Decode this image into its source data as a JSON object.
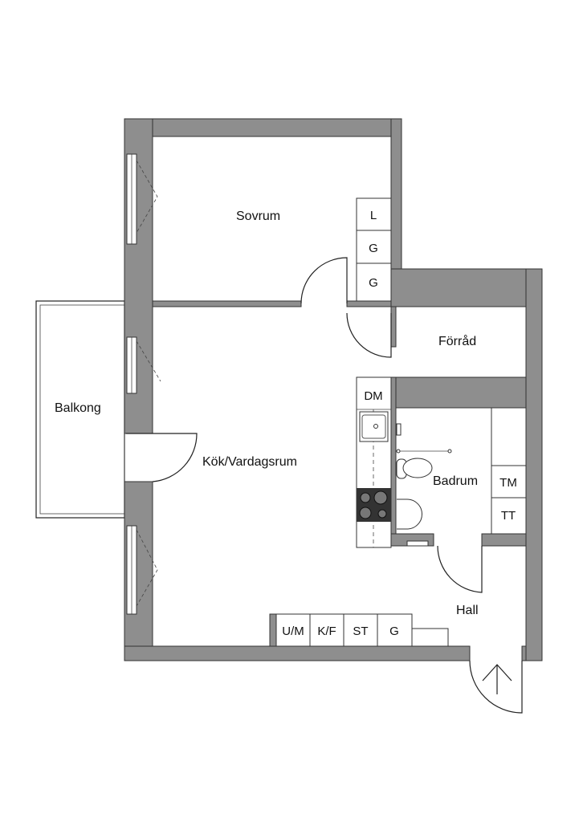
{
  "rooms": {
    "sovrum": "Sovrum",
    "forrad": "Förråd",
    "balkong": "Balkong",
    "kok_vardagsrum": "Kök/Vardagsrum",
    "badrum": "Badrum",
    "hall": "Hall"
  },
  "closets_sovrum": [
    "L",
    "G",
    "G"
  ],
  "kitchen": {
    "dishwasher": "DM"
  },
  "bath_appliances": [
    "TM",
    "TT"
  ],
  "hall_closets": [
    "U/M",
    "K/F",
    "ST",
    "G"
  ],
  "colors": {
    "wall": "#8e8e8e",
    "stove": "#333333"
  }
}
